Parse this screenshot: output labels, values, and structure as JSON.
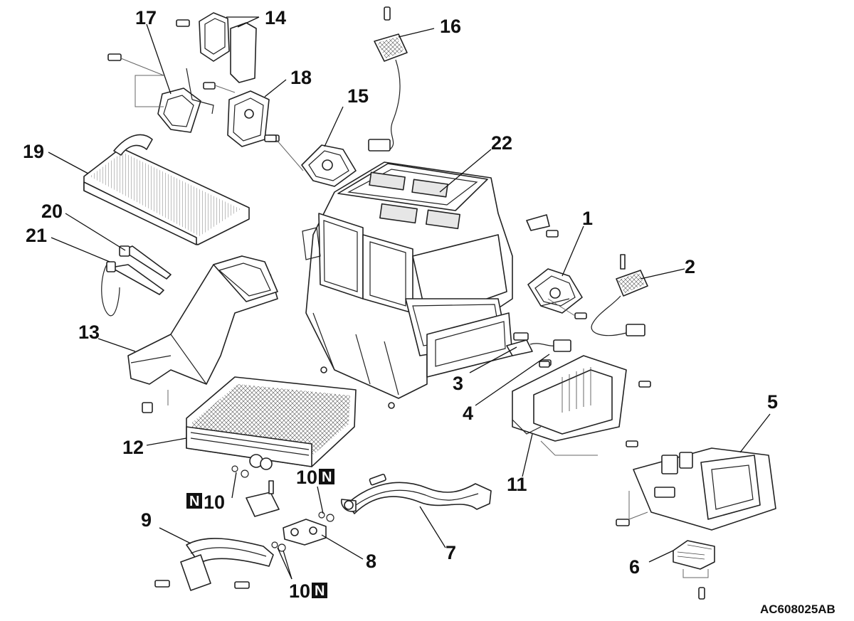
{
  "callouts": {
    "c1": "1",
    "c2": "2",
    "c3": "3",
    "c4": "4",
    "c5": "5",
    "c6": "6",
    "c7": "7",
    "c8": "8",
    "c9": "9",
    "c11": "11",
    "c12": "12",
    "c13": "13",
    "c14": "14",
    "c15": "15",
    "c16": "16",
    "c17": "17",
    "c18": "18",
    "c19": "19",
    "c20": "20",
    "c21": "21",
    "c22": "22",
    "c10a": "10",
    "c10b": "10",
    "c10c": "10"
  },
  "badge_letter": "N",
  "diagram_code": "AC608025AB"
}
